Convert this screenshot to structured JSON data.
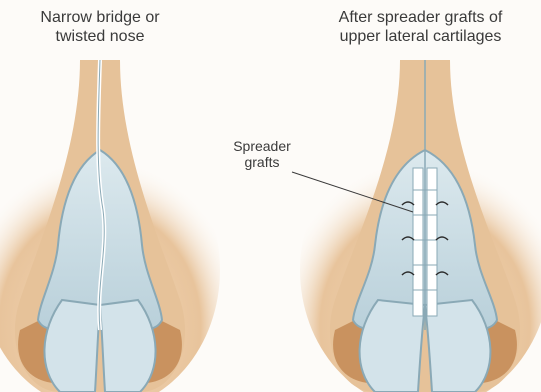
{
  "left_panel": {
    "caption_lines": [
      "Narrow bridge or",
      "twisted nose"
    ]
  },
  "right_panel": {
    "caption_lines": [
      "After spreader grafts of",
      "upper lateral cartilages"
    ],
    "callout_lines": [
      "Spreader",
      "grafts"
    ]
  },
  "colors": {
    "skin": "#e9c79f",
    "skin_shadow": "#d7a778",
    "cartilage": "#cfdfe6",
    "cartilage_edge": "#8aa9b6",
    "graft": "#ffffff"
  }
}
